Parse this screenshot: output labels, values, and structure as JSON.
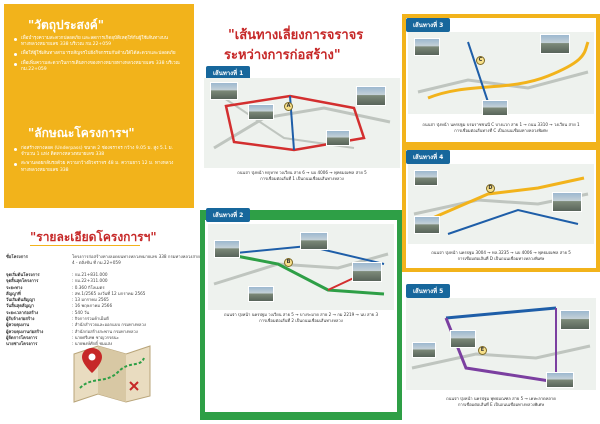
{
  "objectives": {
    "title": "\"วัตถุประสงค์\"",
    "items": [
      "เพื่อบำรุงความสะดวกปลอดภัย และลดการเกิดอุบัติเหตุให้กับผู้ใช้เส้นทางบนทางหลวงหมายเลข 338 บริเวณ กม.22+059",
      "เพื่อให้ผู้ใช้เส้นทางสามารถสัญจรไปยังกิจกรรมกับด้านใต้ได้สะดวกและปลอดภัย",
      "เพื่อเพิ่มความสะดวกในการเดินทางของทางหมายทางหลวงหมายเลข 338 บริเวณ กม.22+059"
    ]
  },
  "features": {
    "title": "\"ลักษณะโครงการฯ\"",
    "items": [
      "ก่อสร้างทางลอด (Underpass) ขนาด 2 ช่องจราจร กว้าง 9.05 ม. สูง 5.1 ม. จำนวน 1 แห่ง ติดทางหลวงหมายเลข 338",
      "สะพานลอยกลับรถด้วย ความกว้างผิวจราจร 48 ม. ความยาว 12 ม. ทางหลวงทางหลวงหมายเลข 338"
    ]
  },
  "details": {
    "title": "\"รายละเอียดโครงการฯ\"",
    "rows": [
      {
        "k": "ชื่อโครงการ",
        "v": "โครงการก่อสร้างทางลอดบนทางหลวงหมายเลข 338 กรมทางหลวงสาย 4 - ตลิ่งชัน ที่ กม.22+059"
      },
      {
        "k": "จุดเริ่มต้นโครงการ",
        "v": ": กม.21+831.000"
      },
      {
        "k": "จุดสิ้นสุดโครงการ",
        "v": ": กม.22+311.000"
      },
      {
        "k": "ระยะทาง",
        "v": ": 0.360 กิโลเมตร"
      },
      {
        "k": "สัญญาที่",
        "v": ": สท.1/2565 ลงวันที่ 12 มกราคม 2565"
      },
      {
        "k": "วันเริ่มต้นสัญญา",
        "v": ": 13 มกราคม 2565"
      },
      {
        "k": "วันสิ้นสุดสัญญา",
        "v": ": 16 พฤษภาคม 2566"
      },
      {
        "k": "ระยะเวลาก่อสร้าง",
        "v": ": 540 วัน"
      },
      {
        "k": "ผู้รับจ้างก่อสร้าง",
        "v": ": กิจการร่วมค้าเอ็มดี"
      },
      {
        "k": "ผู้ควบคุมงาน",
        "v": ": สำนักสำรวจและออกแบบ กรมทางหลวง"
      },
      {
        "k": "ผู้ควบคุมงานก่อสร้าง",
        "v": ": สำนักก่อสร้างสะพาน กรมทางหลวง"
      },
      {
        "k": "ผู้จัดการโครงการ",
        "v": ": นายศรีเทพ ชาญวรรธนะ"
      },
      {
        "k": "นายช่างโครงการ",
        "v": ": นายพงษ์ศักดิ์ ชมแสง"
      }
    ]
  },
  "detour": {
    "title_line1": "\"เส้นทางเลี่ยงการจราจร",
    "title_line2": "ระหว่างการก่อสร้าง\""
  },
  "routes": [
    {
      "label": "เส้นทางที่ 1",
      "caption1": "ถนนจ่า ปุ่งหน้า ทกุหาท วงเวียน สาย 6 → นบ 4006 → พุทธมณฑล สาย 5",
      "caption2": "การเชื่อมต่อเส้นที่ 1 เป็นถนนเชื่อมเส้นทางหลวง"
    },
    {
      "label": "เส้นทางที่ 2",
      "caption1": "ถนนจ่า ปุ่งหน้า นครปฐม วงเวียน สาย 5 → บางระมาด สาย 2 → กม 2219 → นบ สาย 3",
      "caption2": "การเชื่อมต่อเส้นที่ 2 เป็นถนนเชื่อมเส้นทางหลวง"
    },
    {
      "label": "เส้นทางที่ 3",
      "caption1": "ถนนจ่า ปุ่งหน้า นครปฐม บรมราชชนนี C บางแวก สาย 1 → ถนน 3310 → วงเวียน สาย 1",
      "caption2": "การเชื่อมต่อเส้นทางที่ C เป็นถนนเชื่อมทางหลวงพิเศษ"
    },
    {
      "label": "เส้นทางที่ 4",
      "caption1": "ถนนจ่า ปุ่งหน้า นครปฐม 3004 → ทล.3235 → นบ 4006 → พุทธมณฑล สาย 5",
      "caption2": "การเชื่อมต่อเส้นที่ D เป็นถนนเชื่อมทางหลวงพิเศษ"
    },
    {
      "label": "เส้นทางที่ 5",
      "caption1": "ถนนจ่า ปุ่งหน้า นครปฐม พุทธมณฑล สาย 5 → เคหะลาดหลาด",
      "caption2": "การเชื่อมต่อเส้นที่ E เป็นถนนเชื่อมทางหลวงพิเศษ"
    }
  ],
  "badges": [
    "A",
    "B",
    "C",
    "D",
    "E"
  ],
  "colors": {
    "accent_yellow": "#f2b31b",
    "title_red": "#c62828",
    "label_blue": "#17679c",
    "route_green": "#2e9f46"
  },
  "icons": {
    "map": "folded-map-icon",
    "pin": "location-pin-icon"
  }
}
